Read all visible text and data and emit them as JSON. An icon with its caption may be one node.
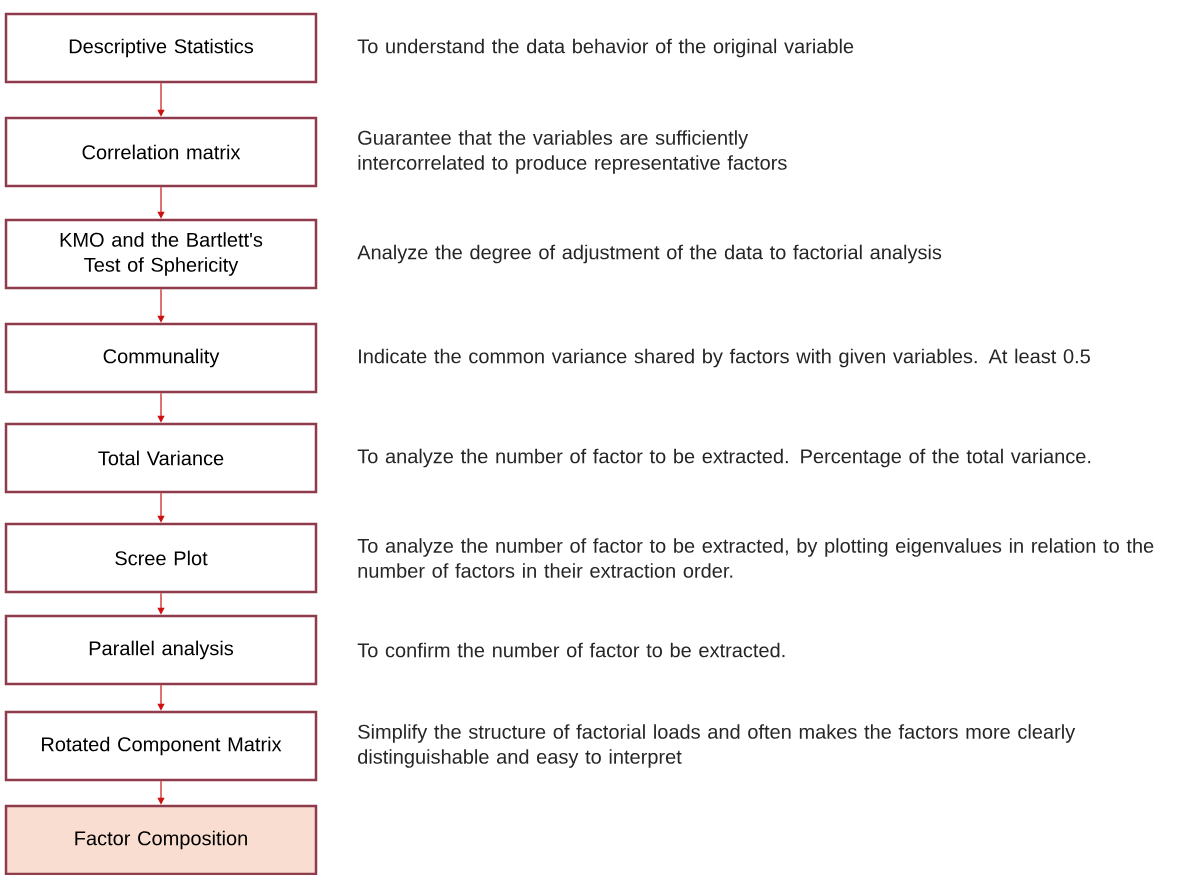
{
  "diagram": {
    "nodes": [
      {
        "text": [
          "Descriptive Statistics"
        ],
        "beside": [
          "To understand the data behavior of the original variable"
        ]
      },
      {
        "text": [
          "Correlation matrix"
        ],
        "beside": [
          "Guarantee that the variables are sufficiently intercorrelated to produce representative factors"
        ]
      },
      {
        "text": [
          "KMO and the Bartlett's Test of Sphericity"
        ],
        "beside": [
          "Analyze the degree of adjustment of the data to factorial analysis"
        ]
      },
      {
        "text": [
          "Communality"
        ],
        "beside": [
          "Indicate the common variance shared by factors with given variables. At least 0.5"
        ]
      },
      {
        "text": [
          "Total Variance"
        ],
        "beside": [
          "To analyze the number of factor to be extracted. Percentage of the total variance."
        ]
      },
      {
        "text": [
          "Scree Plot"
        ],
        "beside": [
          "To analyze the number of factor to be extracted, by plotting eigenvalues in relation to the number of factors in their extraction order."
        ]
      },
      {
        "text": [
          "Parallel analysis"
        ],
        "beside": [
          "To confirm the number of factor to be extracted."
        ]
      },
      {
        "text": [
          "Rotated Component Matrix"
        ],
        "beside": [
          "Simplify the structure of factorial loads and often makes the factors more clearly distinguishable and easy to interpret"
        ]
      },
      {
        "text": [
          "Factor Composition"
        ]
      }
    ],
    "edges": [
      {
        "from": 0,
        "to": 1,
        "arrow": "to"
      },
      {
        "from": 1,
        "to": 2,
        "arrow": "to"
      },
      {
        "from": 2,
        "to": 3,
        "arrow": "to"
      },
      {
        "from": 3,
        "to": 4,
        "arrow": "to"
      },
      {
        "from": 4,
        "to": 5,
        "arrow": "to"
      },
      {
        "from": 5,
        "to": 6,
        "arrow": "to"
      },
      {
        "from": 6,
        "to": 7,
        "arrow": "to"
      },
      {
        "from": 7,
        "to": 8,
        "arrow": "to"
      }
    ]
  }
}
